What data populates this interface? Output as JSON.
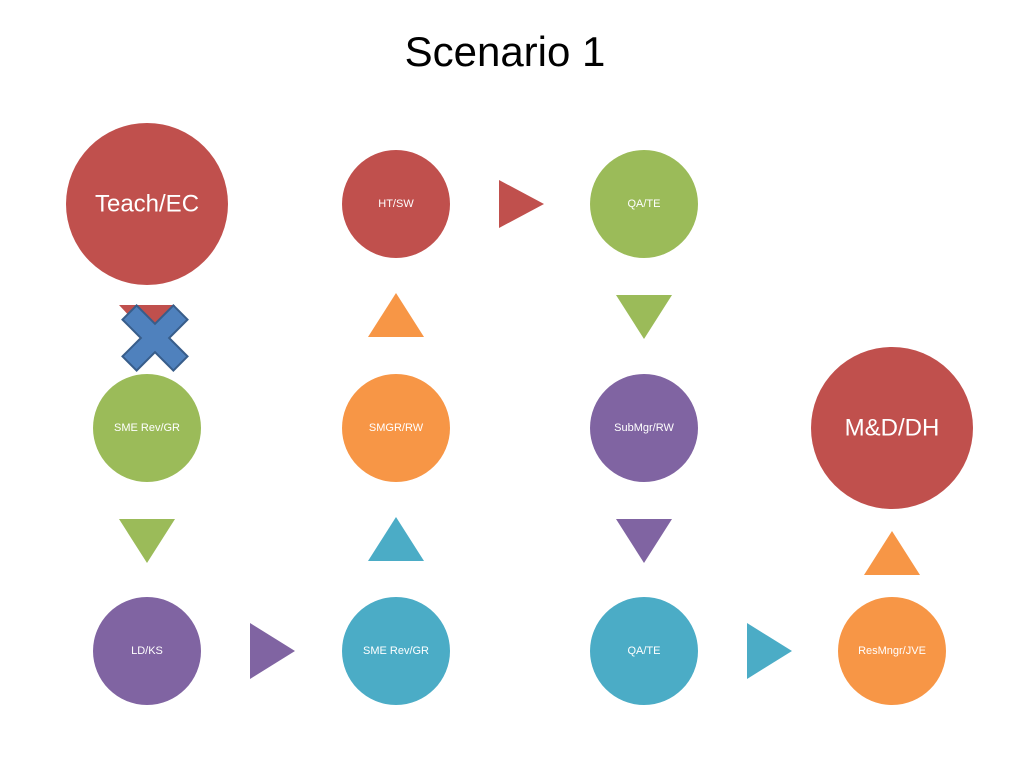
{
  "slide": {
    "title": "Scenario 1"
  },
  "colors": {
    "red": "#c0504d",
    "green": "#9bbb59",
    "orange": "#f79646",
    "purple": "#8064a2",
    "teal": "#4bacc6",
    "blue_x": "#4f81bd",
    "blue_x_border": "#385d8a"
  },
  "nodes": [
    {
      "id": "teach",
      "label": "Teach/EC",
      "color": "red",
      "size": "large"
    },
    {
      "id": "htsw",
      "label": "HT/SW",
      "color": "red",
      "size": "small"
    },
    {
      "id": "qate1",
      "label": "QA/TE",
      "color": "green",
      "size": "small"
    },
    {
      "id": "smerev1",
      "label": "SME Rev/GR",
      "color": "green",
      "size": "small"
    },
    {
      "id": "smgr",
      "label": "SMGR/RW",
      "color": "orange",
      "size": "small"
    },
    {
      "id": "submgr",
      "label": "SubMgr/RW",
      "color": "purple",
      "size": "small"
    },
    {
      "id": "mddh",
      "label": "M&D/DH",
      "color": "red",
      "size": "large"
    },
    {
      "id": "ldks",
      "label": "LD/KS",
      "color": "purple",
      "size": "small"
    },
    {
      "id": "smerev2",
      "label": "SME Rev/GR",
      "color": "teal",
      "size": "small"
    },
    {
      "id": "qate2",
      "label": "QA/TE",
      "color": "teal",
      "size": "small"
    },
    {
      "id": "resmngr",
      "label": "ResMngr/JVE",
      "color": "orange",
      "size": "small"
    }
  ],
  "arrows": [
    {
      "id": "htsw-to-qate",
      "direction": "right",
      "color": "red"
    },
    {
      "id": "qate-to-submgr",
      "direction": "down",
      "color": "green"
    },
    {
      "id": "teach-to-smerev",
      "direction": "down",
      "color": "red",
      "blocked": true
    },
    {
      "id": "smgr-to-htsw",
      "direction": "up",
      "color": "orange"
    },
    {
      "id": "smerev-to-ldks",
      "direction": "down",
      "color": "green"
    },
    {
      "id": "smerev2-to-smgr",
      "direction": "up",
      "color": "teal"
    },
    {
      "id": "submgr-to-qate2",
      "direction": "down",
      "color": "purple"
    },
    {
      "id": "resmngr-to-mddh",
      "direction": "up",
      "color": "orange"
    },
    {
      "id": "ldks-to-smerev2",
      "direction": "right",
      "color": "purple"
    },
    {
      "id": "qate2-to-resmngr",
      "direction": "right",
      "color": "teal"
    }
  ]
}
